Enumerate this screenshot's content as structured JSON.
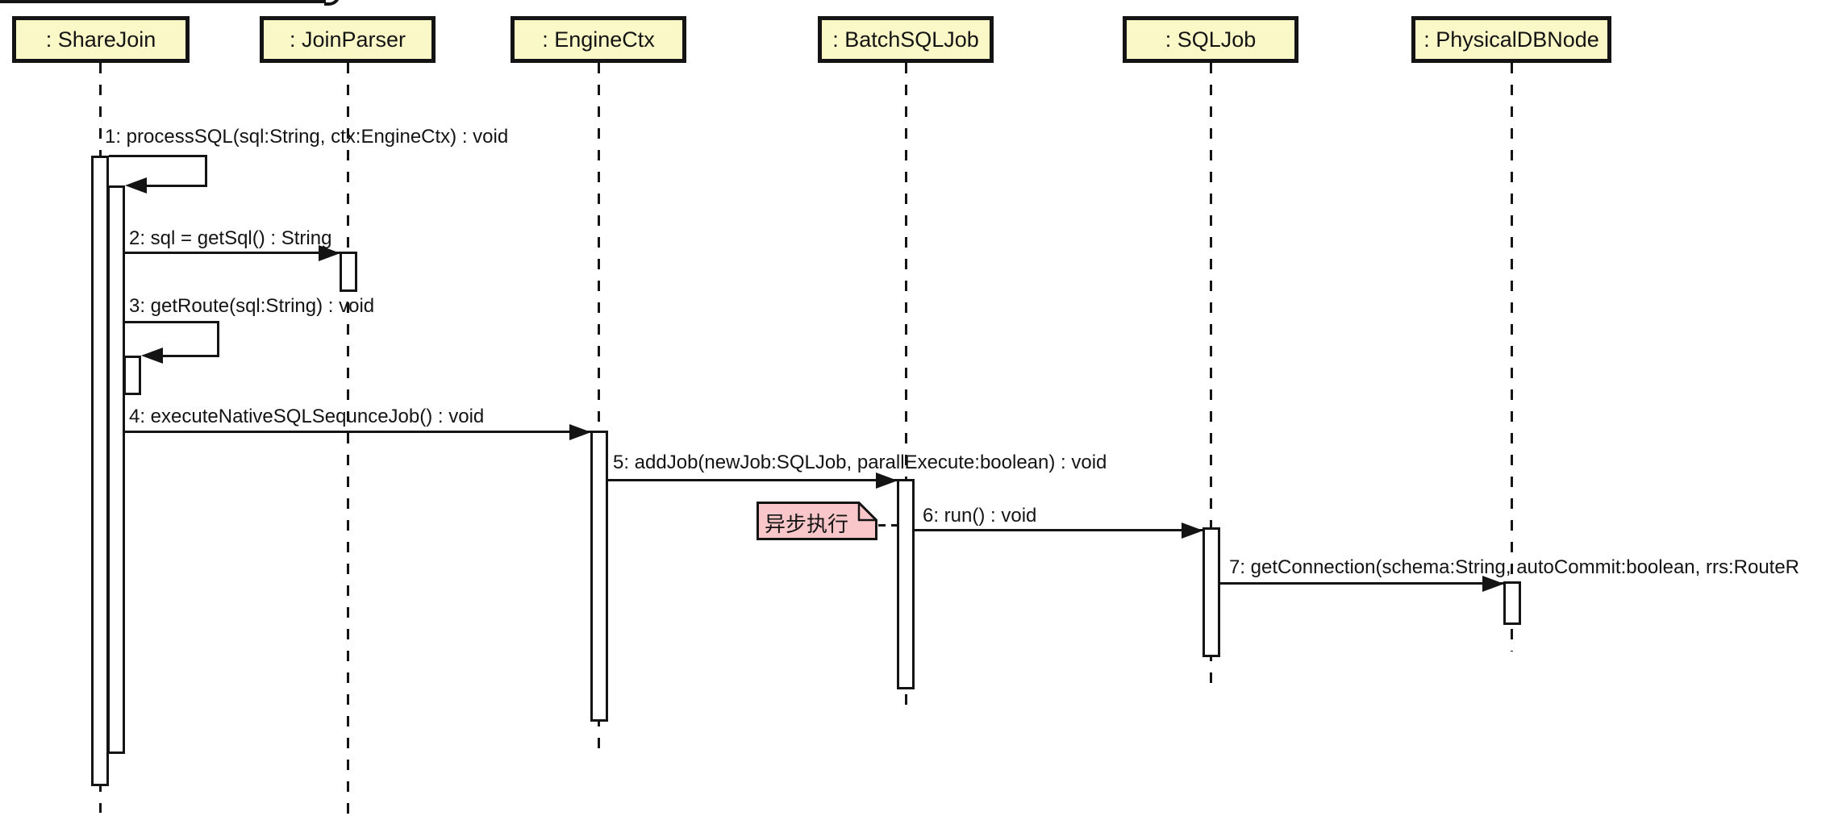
{
  "diagram": {
    "type": "uml-sequence-diagram",
    "participants": [
      {
        "id": "sharejoin",
        "label": ": ShareJoin"
      },
      {
        "id": "joinparser",
        "label": ": JoinParser"
      },
      {
        "id": "enginectx",
        "label": ": EngineCtx"
      },
      {
        "id": "batchsqljob",
        "label": ": BatchSQLJob"
      },
      {
        "id": "sqljob",
        "label": ": SQLJob"
      },
      {
        "id": "physicaldbnode",
        "label": ": PhysicalDBNode"
      }
    ],
    "messages": [
      {
        "seq": 1,
        "label": "1: processSQL(sql:String, ctx:EngineCtx) : void",
        "from": "sharejoin",
        "to": "sharejoin",
        "kind": "self"
      },
      {
        "seq": 2,
        "label": "2: sql = getSql() : String",
        "from": "sharejoin",
        "to": "joinparser",
        "kind": "call"
      },
      {
        "seq": 3,
        "label": "3: getRoute(sql:String) : void",
        "from": "sharejoin",
        "to": "sharejoin",
        "kind": "self"
      },
      {
        "seq": 4,
        "label": "4: executeNativeSQLSequnceJob() : void",
        "from": "sharejoin",
        "to": "enginectx",
        "kind": "call"
      },
      {
        "seq": 5,
        "label": "5: addJob(newJob:SQLJob, parallExecute:boolean) : void",
        "from": "enginectx",
        "to": "batchsqljob",
        "kind": "call"
      },
      {
        "seq": 6,
        "label": "6: run() : void",
        "from": "batchsqljob",
        "to": "sqljob",
        "kind": "call"
      },
      {
        "seq": 7,
        "label": "7: getConnection(schema:String, autoCommit:boolean, rrs:RouteR",
        "from": "sqljob",
        "to": "physicaldbnode",
        "kind": "call",
        "clipped_at_right_edge": true
      }
    ],
    "note": {
      "text": "异步执行",
      "attached_to": "batchsqljob"
    },
    "colors": {
      "participant_fill": "#fbf8c8",
      "participant_border": "#141414",
      "note_fill": "#f9c6c9",
      "line": "#141414",
      "background": "#ffffff"
    }
  }
}
